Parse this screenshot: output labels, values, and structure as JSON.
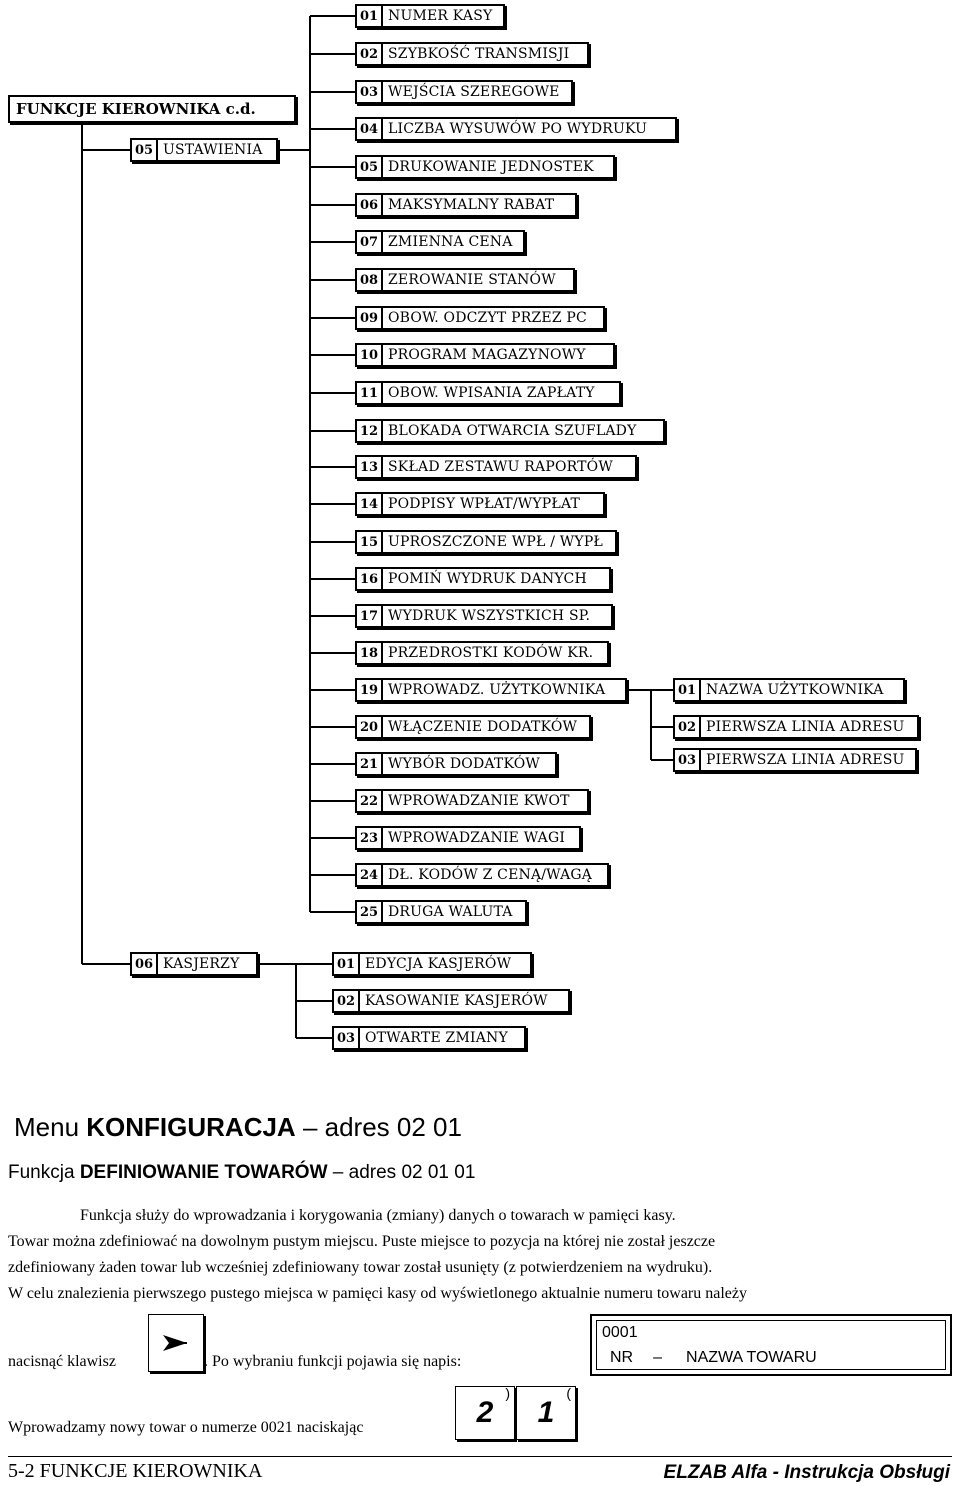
{
  "header": {
    "title": "FUNKCJE KIEROWNIKA  c.d."
  },
  "menu05": {
    "num": "05",
    "label": "USTAWIENIA",
    "items": [
      {
        "num": "01",
        "label": "NUMER KASY"
      },
      {
        "num": "02",
        "label": "SZYBKOŚĆ TRANSMISJI"
      },
      {
        "num": "03",
        "label": "WEJŚCIA SZEREGOWE"
      },
      {
        "num": "04",
        "label": "LICZBA WYSUWÓW PO WYDRUKU"
      },
      {
        "num": "05",
        "label": "DRUKOWANIE JEDNOSTEK"
      },
      {
        "num": "06",
        "label": "MAKSYMALNY RABAT"
      },
      {
        "num": "07",
        "label": "ZMIENNA CENA"
      },
      {
        "num": "08",
        "label": "ZEROWANIE STANÓW"
      },
      {
        "num": "09",
        "label": "OBOW. ODCZYT PRZEZ PC"
      },
      {
        "num": "10",
        "label": "PROGRAM  MAGAZYNOWY"
      },
      {
        "num": "11",
        "label": "OBOW. WPISANIA ZAPŁATY"
      },
      {
        "num": "12",
        "label": "BLOKADA OTWARCIA SZUFLADY"
      },
      {
        "num": "13",
        "label": "SKŁAD ZESTAWU RAPORTÓW"
      },
      {
        "num": "14",
        "label": "PODPISY WPŁAT/WYPŁAT"
      },
      {
        "num": "15",
        "label": "UPROSZCZONE WPŁ / WYPŁ"
      },
      {
        "num": "16",
        "label": "POMIŃ WYDRUK DANYCH"
      },
      {
        "num": "17",
        "label": "WYDRUK WSZYSTKICH SP."
      },
      {
        "num": "18",
        "label": "PRZEDROSTKI KODÓW KR."
      },
      {
        "num": "19",
        "label": "WPROWADZ. UŻYTKOWNIKA"
      },
      {
        "num": "20",
        "label": "WŁĄCZENIE DODATKÓW"
      },
      {
        "num": "21",
        "label": "WYBÓR DODATKÓW"
      },
      {
        "num": "22",
        "label": "WPROWADZANIE KWOT"
      },
      {
        "num": "23",
        "label": "WPROWADZANIE WAGI"
      },
      {
        "num": "24",
        "label": "DŁ. KODÓW Z CENĄ/WAGĄ"
      },
      {
        "num": "25",
        "label": "DRUGA WALUTA"
      }
    ],
    "sub19": [
      {
        "num": "01",
        "label": "NAZWA UŻYTKOWNIKA"
      },
      {
        "num": "02",
        "label": "PIERWSZA LINIA ADRESU"
      },
      {
        "num": "03",
        "label": "PIERWSZA LINIA ADRESU"
      }
    ]
  },
  "menu06": {
    "num": "06",
    "label": "KASJERZY",
    "items": [
      {
        "num": "01",
        "label": "EDYCJA KASJERÓW"
      },
      {
        "num": "02",
        "label": "KASOWANIE KASJERÓW"
      },
      {
        "num": "03",
        "label": "OTWARTE ZMIANY"
      }
    ]
  },
  "section": {
    "title_prefix": "Menu ",
    "title_main": "KONFIGURACJA",
    "title_dash": " – ",
    "title_addr": "adres 02 01",
    "func_prefix": "Funkcja ",
    "func_main": "DEFINIOWANIE TOWARÓW",
    "func_dash": " – ",
    "func_addr": "adres 02 01 01",
    "p1": "Funkcja służy do wprowadzania i korygowania (zmiany) danych o towarach w pamięci kasy.",
    "p2": "Towar  można  zdefiniować  na  dowolnym  pustym  miejscu.  Puste  miejsce  to  pozycja  na  której  nie  został  jeszcze",
    "p3": "zdefiniowany żaden towar lub wcześniej zdefiniowany towar został usunięty (z potwierdzeniem na wydruku).",
    "p4": "W celu znalezienia pierwszego pustego miejsca w pamięci kasy od wyświetlonego aktualnie numeru towaru należy",
    "p5a": "nacisnąć klawisz",
    "p5b": ". Po wybraniu funkcji pojawia się napis:",
    "p6a": "Wprowadzamy nowy towar o numerze 0021 naciskając",
    "p6b": "."
  },
  "display": {
    "line1": "0001",
    "line2_nr": "NR",
    "line2_dash": "–",
    "line2_name": "NAZWA TOWARU"
  },
  "keys": {
    "digit1": "2",
    "digit1_sup": ")",
    "digit2": "1",
    "digit2_sup": "("
  },
  "footer": {
    "left": "5-2    FUNKCJE KIEROWNIKA",
    "right": "ELZAB Alfa - Instrukcja Obsługi"
  }
}
